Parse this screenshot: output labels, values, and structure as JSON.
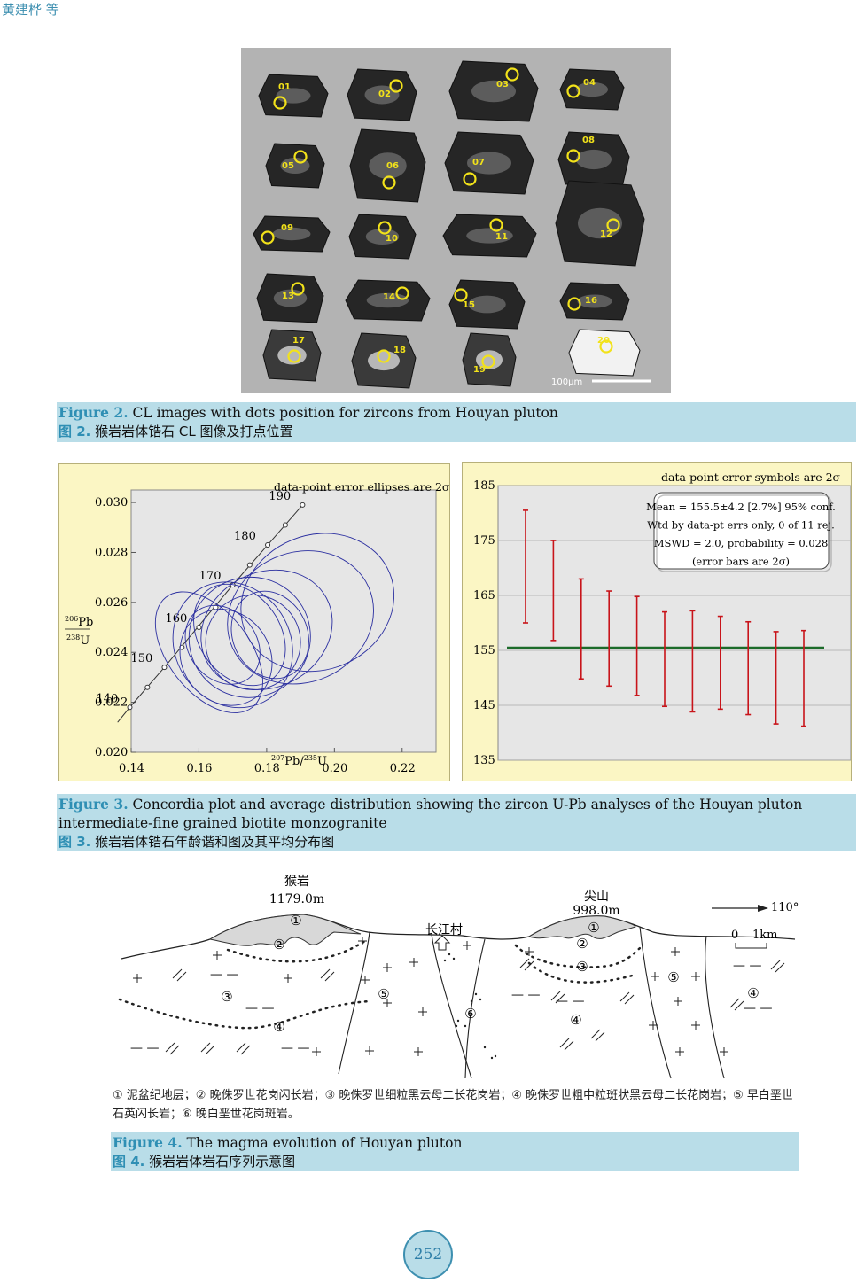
{
  "header": {
    "author": "黄建桦  等"
  },
  "figure2": {
    "zircons": [
      "01",
      "02",
      "03",
      "04",
      "05",
      "06",
      "07",
      "08",
      "09",
      "10",
      "11",
      "12",
      "13",
      "14",
      "15",
      "16",
      "17",
      "18",
      "19",
      "20"
    ],
    "scale_label": "100μm",
    "caption_label": "Figure 2.",
    "caption_text": " CL images with dots position for zircons from Houyan pluton",
    "caption_cn_label": "图 2.",
    "caption_cn_text": "  猴岩岩体锆石 CL 图像及打点位置"
  },
  "figure3": {
    "caption_label": "Figure 3.",
    "caption_text": " Concordia plot and average distribution showing the zircon U-Pb analyses of the Houyan pluton intermediate-fine grained biotite monzogranite",
    "caption_cn_label": "图 3.",
    "caption_cn_text": "  猴岩岩体锆石年龄谐和图及其平均分布图"
  },
  "chart_data": [
    {
      "type": "scatter",
      "title": "data-point error ellipses are 2σ",
      "xlabel": "207Pb/235U",
      "ylabel": "206Pb/238U",
      "xlim": [
        0.14,
        0.23
      ],
      "ylim": [
        0.02,
        0.0305
      ],
      "x_ticks": [
        "0.14",
        "0.16",
        "0.18",
        "0.20",
        "0.22"
      ],
      "y_ticks": [
        "0.020",
        "0.022",
        "0.024",
        "0.026",
        "0.028",
        "0.030"
      ],
      "concordia_age_labels": [
        "140",
        "150",
        "160",
        "170",
        "180",
        "190"
      ],
      "concordia_curve": [
        [
          0.1396,
          0.0218
        ],
        [
          0.1498,
          0.0234
        ],
        [
          0.17,
          0.0267
        ],
        [
          0.1803,
          0.0283
        ],
        [
          0.1906,
          0.0299
        ]
      ],
      "ellipses": [
        {
          "cx": 0.163,
          "cy": 0.024,
          "rx": 0.012,
          "ry": 0.0028,
          "angle": -38
        },
        {
          "cx": 0.17,
          "cy": 0.0243,
          "rx": 0.017,
          "ry": 0.0026,
          "angle": -33
        },
        {
          "cx": 0.175,
          "cy": 0.0246,
          "rx": 0.018,
          "ry": 0.0024,
          "angle": -30
        },
        {
          "cx": 0.18,
          "cy": 0.0249,
          "rx": 0.02,
          "ry": 0.0023,
          "angle": -28
        },
        {
          "cx": 0.168,
          "cy": 0.0238,
          "rx": 0.013,
          "ry": 0.002,
          "angle": -35
        },
        {
          "cx": 0.176,
          "cy": 0.0244,
          "rx": 0.014,
          "ry": 0.0019,
          "angle": -32
        },
        {
          "cx": 0.172,
          "cy": 0.0247,
          "rx": 0.012,
          "ry": 0.0022,
          "angle": -35
        },
        {
          "cx": 0.181,
          "cy": 0.0247,
          "rx": 0.011,
          "ry": 0.0018,
          "angle": -25
        },
        {
          "cx": 0.195,
          "cy": 0.026,
          "rx": 0.023,
          "ry": 0.0027,
          "angle": -22
        },
        {
          "cx": 0.19,
          "cy": 0.0254,
          "rx": 0.022,
          "ry": 0.0026,
          "angle": -24
        },
        {
          "cx": 0.167,
          "cy": 0.0243,
          "rx": 0.01,
          "ry": 0.0017,
          "angle": -38
        }
      ],
      "grid": false
    },
    {
      "type": "bar",
      "title": "data-point error symbols are 2σ",
      "ylim": [
        135,
        185
      ],
      "y_ticks": [
        "135",
        "145",
        "155",
        "165",
        "175",
        "185"
      ],
      "mean": 155.5,
      "stats_box": [
        "Mean = 155.5±4.2 [2.7%] 95% conf.",
        "Wtd by data-pt errs only, 0 of 11 rej.",
        "MSWD = 2.0, probability = 0.028",
        "(error bars are 2σ)"
      ],
      "error_bars": [
        [
          160.0,
          180.5
        ],
        [
          156.8,
          175.0
        ],
        [
          149.8,
          168.0
        ],
        [
          148.5,
          165.8
        ],
        [
          146.8,
          164.8
        ],
        [
          144.8,
          162.0
        ],
        [
          143.8,
          162.2
        ],
        [
          144.3,
          161.2
        ],
        [
          143.3,
          160.2
        ],
        [
          141.6,
          158.4
        ],
        [
          141.2,
          158.6
        ]
      ],
      "grid": true
    }
  ],
  "figure4": {
    "peak1_name": "猴岩",
    "peak1_elev": "1179.0m",
    "peak2_name": "尖山",
    "peak2_elev": "998.0m",
    "village": "长江村",
    "azimuth": "110°",
    "scale_label_0": "0",
    "scale_label_1": "1km",
    "units": [
      "①",
      "②",
      "③",
      "④",
      "⑤",
      "⑥"
    ],
    "legend": "① 泥盆纪地层；② 晚侏罗世花岗闪长岩；③ 晚侏罗世细粒黑云母二长花岗岩；④ 晚侏罗世粗中粒斑状黑云母二长花岗岩；⑤ 早白垩世石英闪长岩；⑥ 晚白垩世花岗斑岩。",
    "caption_label": "Figure 4.",
    "caption_text": " The magma evolution of Houyan pluton",
    "caption_cn_label": "图 4.",
    "caption_cn_text": "  猴岩岩体岩石序列示意图"
  },
  "page_number": "252",
  "colors": {
    "accent": "#3d8fb0",
    "caption_bg": "#b9dde8",
    "chart_bg": "#fbf6c4",
    "ellipse": "#2b2fa0",
    "error_bar": "#c8141a",
    "mean_line": "#1c6b2a"
  }
}
